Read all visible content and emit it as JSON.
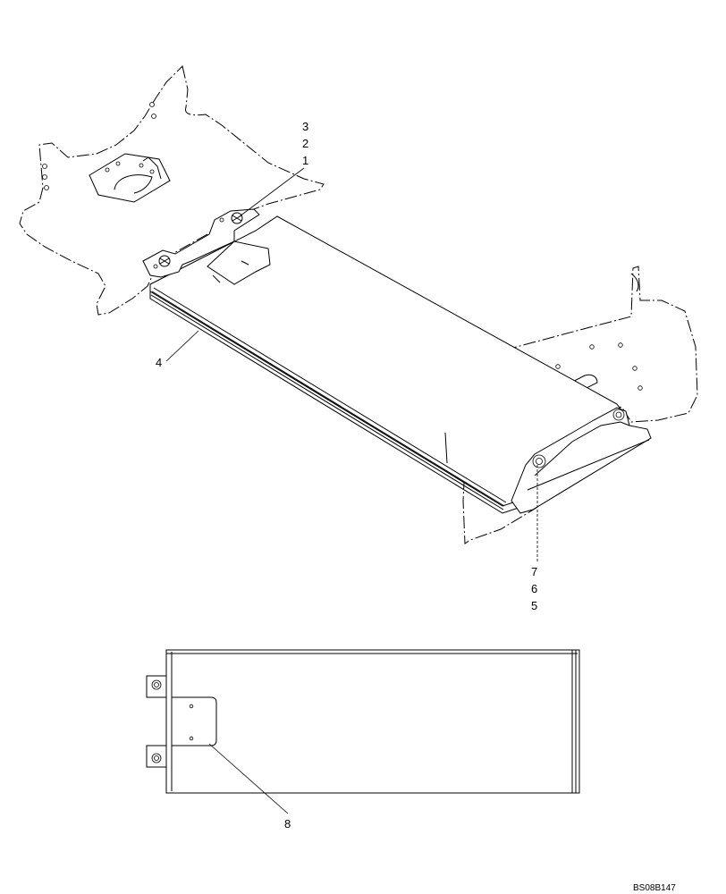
{
  "callouts": {
    "c3": "3",
    "c2": "2",
    "c1": "1",
    "c4": "4",
    "c7": "7",
    "c6": "6",
    "c5": "5",
    "c8": "8"
  },
  "drawing_ref": "BS08B147"
}
